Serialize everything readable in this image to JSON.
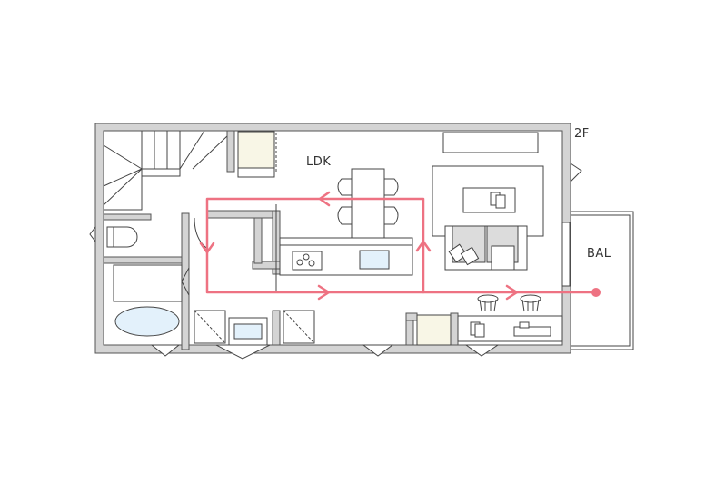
{
  "floor_label": "2F",
  "rooms": {
    "ldk": "LDK",
    "balcony": "BAL"
  },
  "colors": {
    "route": "#ee7282",
    "wall": "#d4d4d4",
    "water": "#e3f1fb",
    "storage": "#f8f6e6"
  }
}
